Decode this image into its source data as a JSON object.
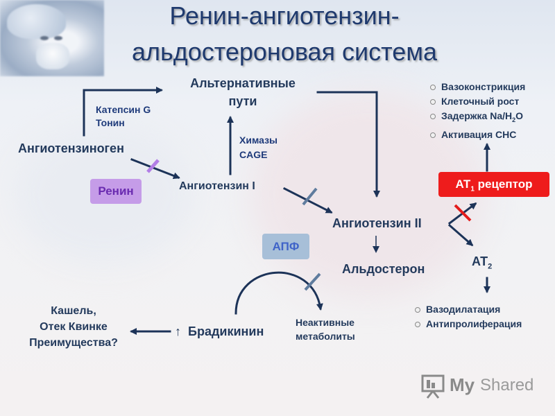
{
  "title_line1": "Ренин-ангиотензин-",
  "title_line2": "альдостероновая система",
  "nodes": {
    "angiotensinogen": "Ангиотензиноген",
    "alt_paths_1": "Альтернативные",
    "alt_paths_2": "пути",
    "angiotensin1": "Ангиотензин I",
    "angiotensin2": "Ангиотензин II",
    "aldosterone": "Альдостерон",
    "bradykinin": "Брадикинин",
    "bradykinin_prefix": "↑",
    "inactive_1": "Неактивные",
    "inactive_2": "метаболиты",
    "cough_1": "Кашель,",
    "cough_2": "Отек Квинке",
    "cough_3": "Преимущества?"
  },
  "enzymes": {
    "cathepsin": "Катепсин G",
    "tonin": "Тонин",
    "chymase": "Химазы",
    "cage": "CAGE",
    "renin": "Ренин",
    "ace": "АПФ"
  },
  "receptors": {
    "at1_main": "АТ",
    "at1_sub": "1",
    "at1_rest": " рецептор",
    "at2_main": "АТ",
    "at2_sub": "2"
  },
  "at1_effects": [
    "Вазоконстрикция",
    "Клеточный рост",
    "Задержка Na/H",
    "Активация СНС"
  ],
  "at1_effect3_sub": "2",
  "at1_effect3_tail": "O",
  "at2_effects": [
    "Вазодилатация",
    "Антипролиферация"
  ],
  "logo": {
    "text_my": "My",
    "text_shared": "Shared"
  },
  "colors": {
    "title": "#1f3a6e",
    "arrow": "#1c3358",
    "renin_box": "#c59ce8",
    "renin_text": "#6a2bb0",
    "ace_box": "#a7bfd8",
    "ace_text": "#3f63c8",
    "at1_box": "#ee1c1c",
    "block_purple": "#b27ee6",
    "block_slate": "#5f7c9e",
    "block_red": "#e31b1b"
  }
}
